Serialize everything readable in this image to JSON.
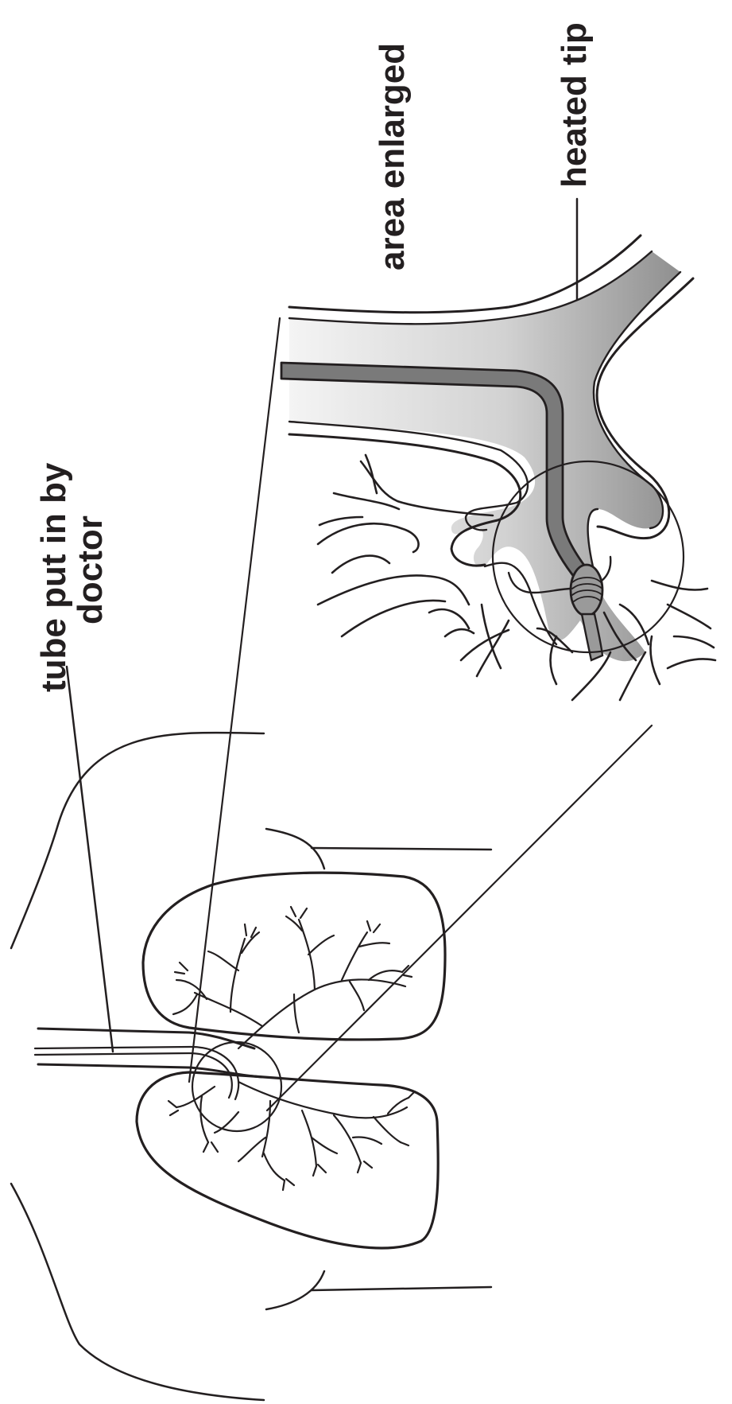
{
  "labels": {
    "tube_line1": "tube put in by",
    "tube_line2": "doctor",
    "area_enlarged": "area enlarged",
    "heated_tip": "heated tip"
  },
  "colors": {
    "ink": "#231f20",
    "airway_fill_light": "#f2f2f2",
    "airway_fill_dark": "#8f8f8f",
    "tube_fill": "#7a7a7a"
  }
}
